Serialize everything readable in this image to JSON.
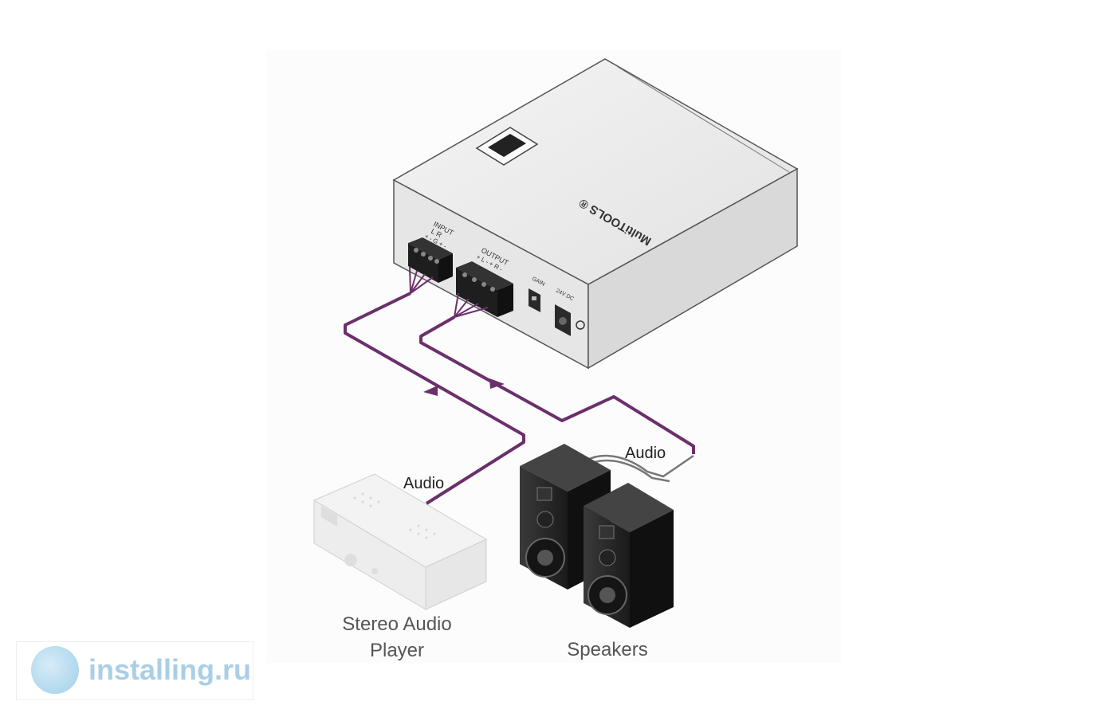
{
  "device": {
    "brand_text": "MultiTOOLS ®",
    "input_label": "INPUT",
    "input_channels": "L       R",
    "input_pins": "+  -  G  +  -",
    "output_label": "OUTPUT",
    "output_pins": "+ L -   + R -",
    "gain_label": "GAIN",
    "power_label": "24V DC"
  },
  "cables": {
    "audio_left_label": "Audio",
    "audio_right_label": "Audio",
    "color": "#6b2f6b"
  },
  "devices": {
    "player_label_line1": "Stereo Audio",
    "player_label_line2": "Player",
    "speakers_label": "Speakers"
  },
  "watermark": {
    "text": "installing.ru"
  }
}
